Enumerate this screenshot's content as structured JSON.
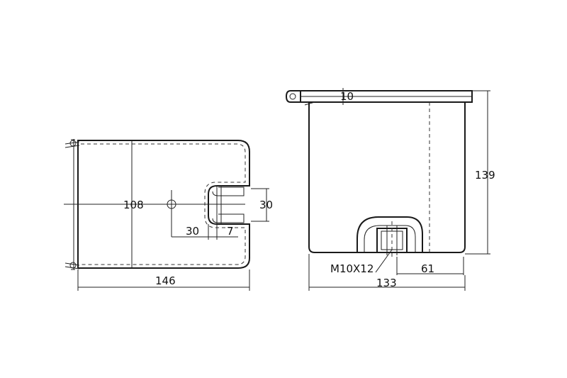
{
  "dimensions": {
    "left_width": "146",
    "left_height": "108",
    "slot_depth": "30",
    "slot_width": "30",
    "slot_offset": "7",
    "top_thickness": "10",
    "right_height": "139",
    "right_width": "133",
    "right_offset": "61",
    "thread_spec": "M10X12"
  },
  "colors": {
    "line": "#1a1a1a",
    "background": "#ffffff"
  }
}
